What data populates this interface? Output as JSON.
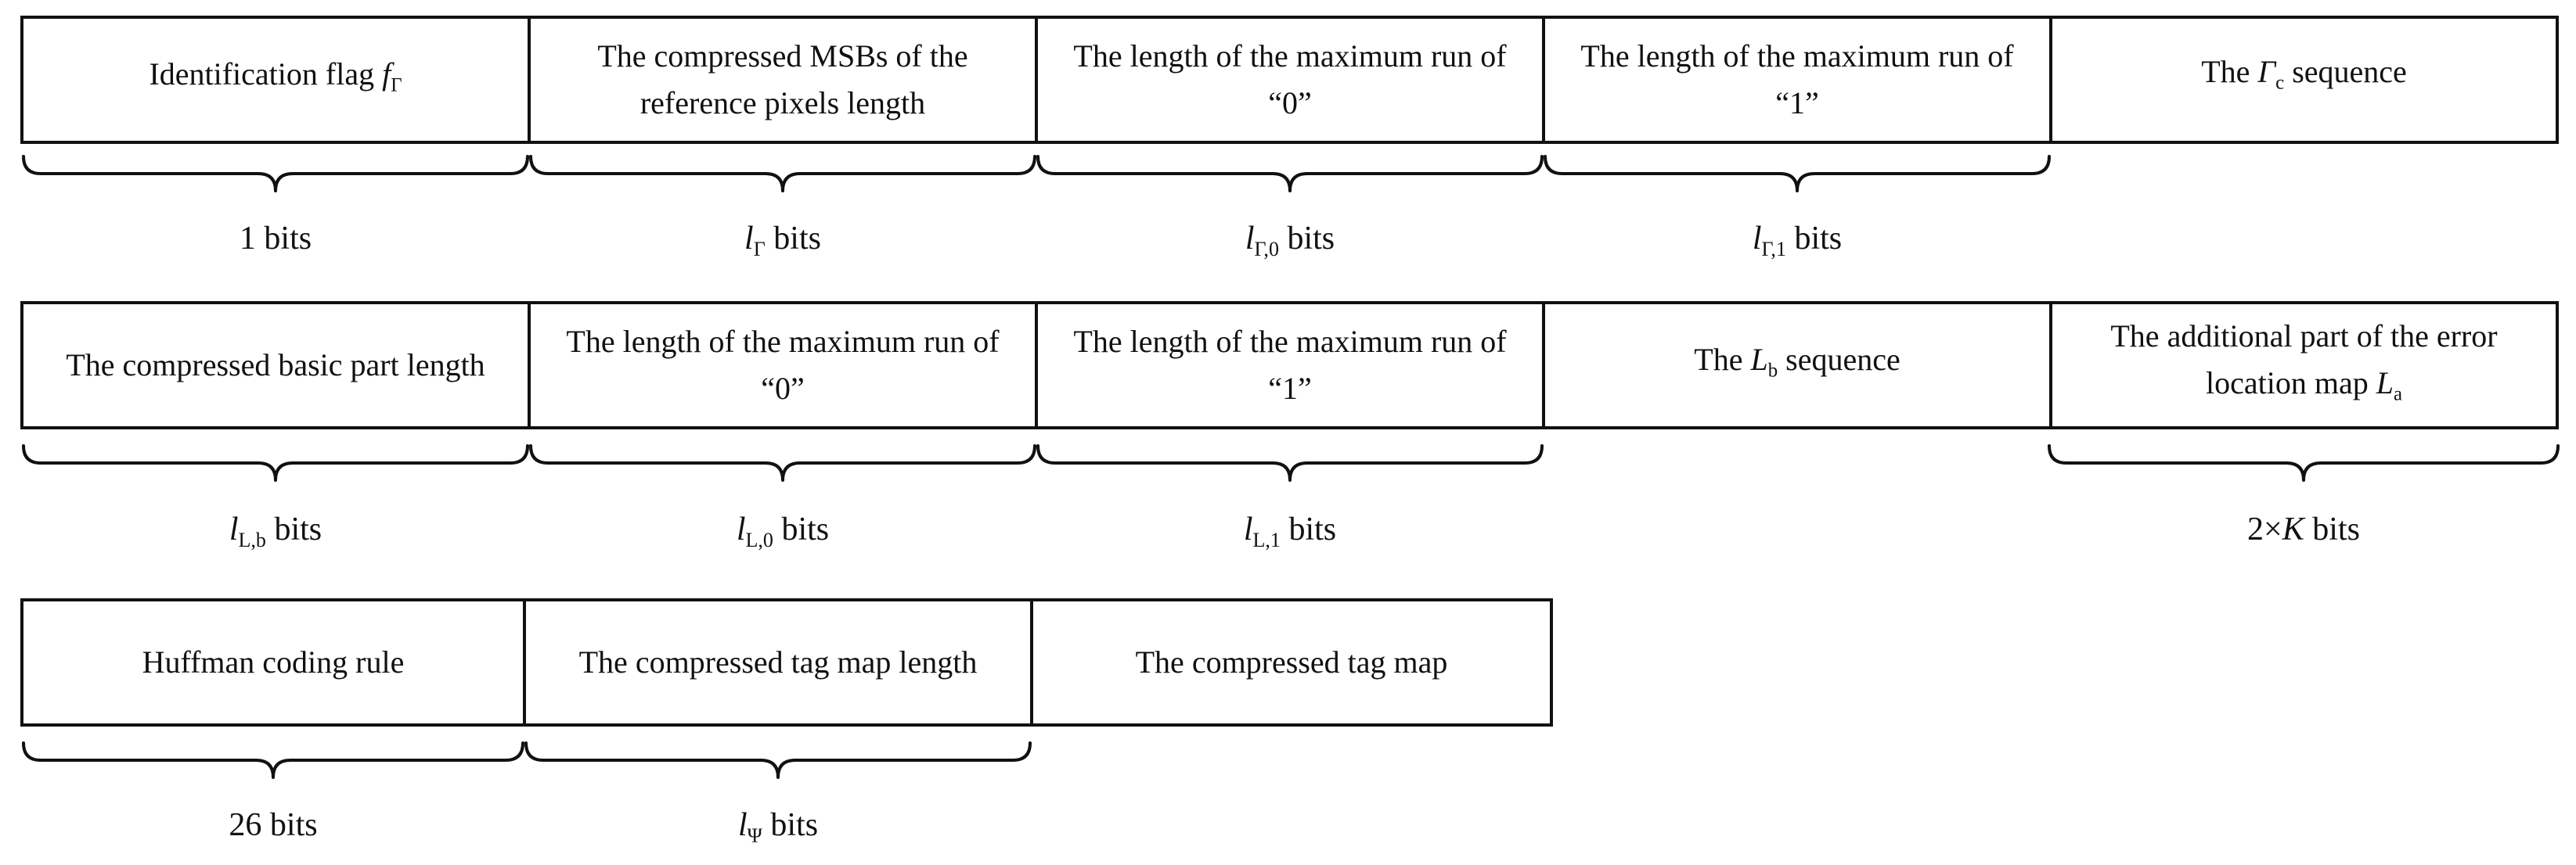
{
  "rows": [
    {
      "cells": [
        {
          "text": "Identification flag ",
          "math": "f",
          "sub": "Γ"
        },
        {
          "text": "The compressed MSBs of the reference pixels length"
        },
        {
          "text": "The length of the maximum run of “0”"
        },
        {
          "text": "The length of the maximum run of “1”"
        },
        {
          "pre": "The ",
          "math": "Γ",
          "sub": "c",
          "text": " sequence"
        }
      ],
      "labels": [
        {
          "pre": "1 bits"
        },
        {
          "math": "l",
          "sub": "Γ",
          "text": " bits"
        },
        {
          "math": "l",
          "sub": "Γ,0",
          "text": " bits"
        },
        {
          "math": "l",
          "sub": "Γ,1",
          "text": " bits"
        }
      ]
    },
    {
      "cells": [
        {
          "text": "The compressed basic part length"
        },
        {
          "text": "The length of the maximum run of “0”"
        },
        {
          "text": "The length of the maximum run of “1”"
        },
        {
          "pre": "The ",
          "math": "L",
          "sub": "b",
          "text": " sequence"
        },
        {
          "text": "The additional part of the error location map ",
          "math": "L",
          "sub": "a"
        }
      ],
      "labels": [
        {
          "math": "l",
          "sub": "L,b",
          "text": " bits"
        },
        {
          "math": "l",
          "sub": "L,0",
          "text": " bits"
        },
        {
          "math": "l",
          "sub": "L,1",
          "text": " bits"
        },
        {
          "pre": "2×",
          "math": "K",
          "text": " bits"
        }
      ]
    },
    {
      "cells": [
        {
          "text": "Huffman coding rule"
        },
        {
          "text": "The compressed tag map length"
        },
        {
          "text": "The compressed tag map"
        }
      ],
      "labels": [
        {
          "pre": "26 bits"
        },
        {
          "math": "l",
          "sub": "Ψ",
          "text": " bits"
        }
      ]
    }
  ]
}
